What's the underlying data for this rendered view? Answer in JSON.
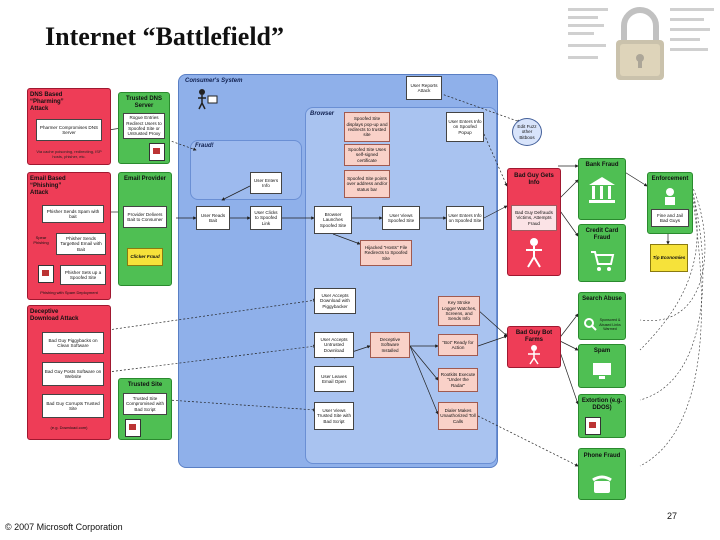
{
  "slide": {
    "title": "Internet “Battlefield”",
    "footer": "© 2007 Microsoft Corporation",
    "page_number": "27"
  },
  "regions": {
    "consumer_system": "Consumer's System",
    "browser": "Browser",
    "fraud": "Fraud!"
  },
  "left_attacks": {
    "dns": {
      "title": "DNS Based “Pharming” Attack",
      "step1": "Pharmer Compromises DNS Server",
      "note": "Via cache poisoning, redirecting, ISP hosts, phisher, etc."
    },
    "email": {
      "title": "Email Based “Phishing” Attack",
      "step1": "Phisher Sends Spam with bait",
      "note1": "Spear Phishing",
      "step2": "Phisher Sends Targetted Email with Bait",
      "step3": "Phisher Sets up a Spoofed Site",
      "note2": "Phishing with Spam Deployment"
    },
    "deceptive": {
      "title": "Deceptive Download Attack",
      "step1": "Bad Guy Piggybacks on Clean Software",
      "step2": "Bad Guy Posts Software on Website",
      "step3": "Bad Guy Corrupts Trusted Site",
      "note": "(e.g. Download.com)"
    }
  },
  "trusted_dns": {
    "title": "Trusted DNS Server",
    "text": "Rogue Entries Redirect Users to Spoofed Site or Untrusted Proxy"
  },
  "email_provider": {
    "title": "Email Provider",
    "text": "Provider Delivers Bait to Consumer",
    "tag": "Clicker Fraud"
  },
  "trusted_site": {
    "title": "Trusted Site",
    "text": "Trusted Site Compromised with Bad Script"
  },
  "consumer": {
    "user_reports": "User Reports Attack",
    "user_enters_info": "User Enters Info",
    "user_reads_bait": "User Reads Bait",
    "user_clicks": "User Clicks to Spoofed Link",
    "spoofed_site_displays": "Spoofed Site displays pop-up and redirects to trusted site",
    "user_enters_spoofed_popup": "User Enters Info on Spoofed Popup",
    "spoofed_site_uses": "Spoofed Site Uses self-signed certificate",
    "spoofed_site_points": "Spoofed Site points over address and/or status bar",
    "browser_launches": "Browser Launches Spoofed Site",
    "user_views_spoofed": "User Views Spoofed Site",
    "user_enters_spoofed_site": "User Enters Info on Spoofed Site",
    "hijacked_hosts": "Hijacked “Hosts” File Redirects to Spoofed Site",
    "user_accepts_download": "User Accepts Download with Piggybacker",
    "key_stroke": "Key Stroke Logger Watches, Screens, and Sends Info",
    "user_accepts_untrusted": "User Accepts Untrusted Download",
    "deceptive_software": "Deceptive Software Installed",
    "bot_ready": "“Bot” Ready for Action",
    "user_leaves_port": "User Leaves Email Open",
    "rootkits": "Rootkits Execute “Under the Radar”",
    "user_views_trusted": "User Views Trusted Site with Bad Script",
    "dialer": "Dialer Makes Unauthorized Toll Calls"
  },
  "middle": {
    "edit_fuzz": "Edit Fuzz other Bitboos",
    "bad_guy_gets_info": "Bad Guy Gets Info",
    "bad_guy_defrauds": "Bad Guy Defrauds Victims, Attempts Fraud",
    "bad_guy_bot_farms": "Bad Guy Bot Farms"
  },
  "right": {
    "bank_fraud": "Bank Fraud",
    "enforcement": "Enforcement",
    "fine_jail": "Fine and Jail Bad Guys",
    "credit_card_fraud": "Credit Card Fraud",
    "tip_economies": "Tip Economies",
    "search_abuse": "Search Abuse",
    "sponsored_links": "Sponsored & Abused Links Warmed",
    "spam": "Spam",
    "extortion": "Extortion (e.g. DDOS)",
    "phone_fraud": "Phone Fraud"
  }
}
